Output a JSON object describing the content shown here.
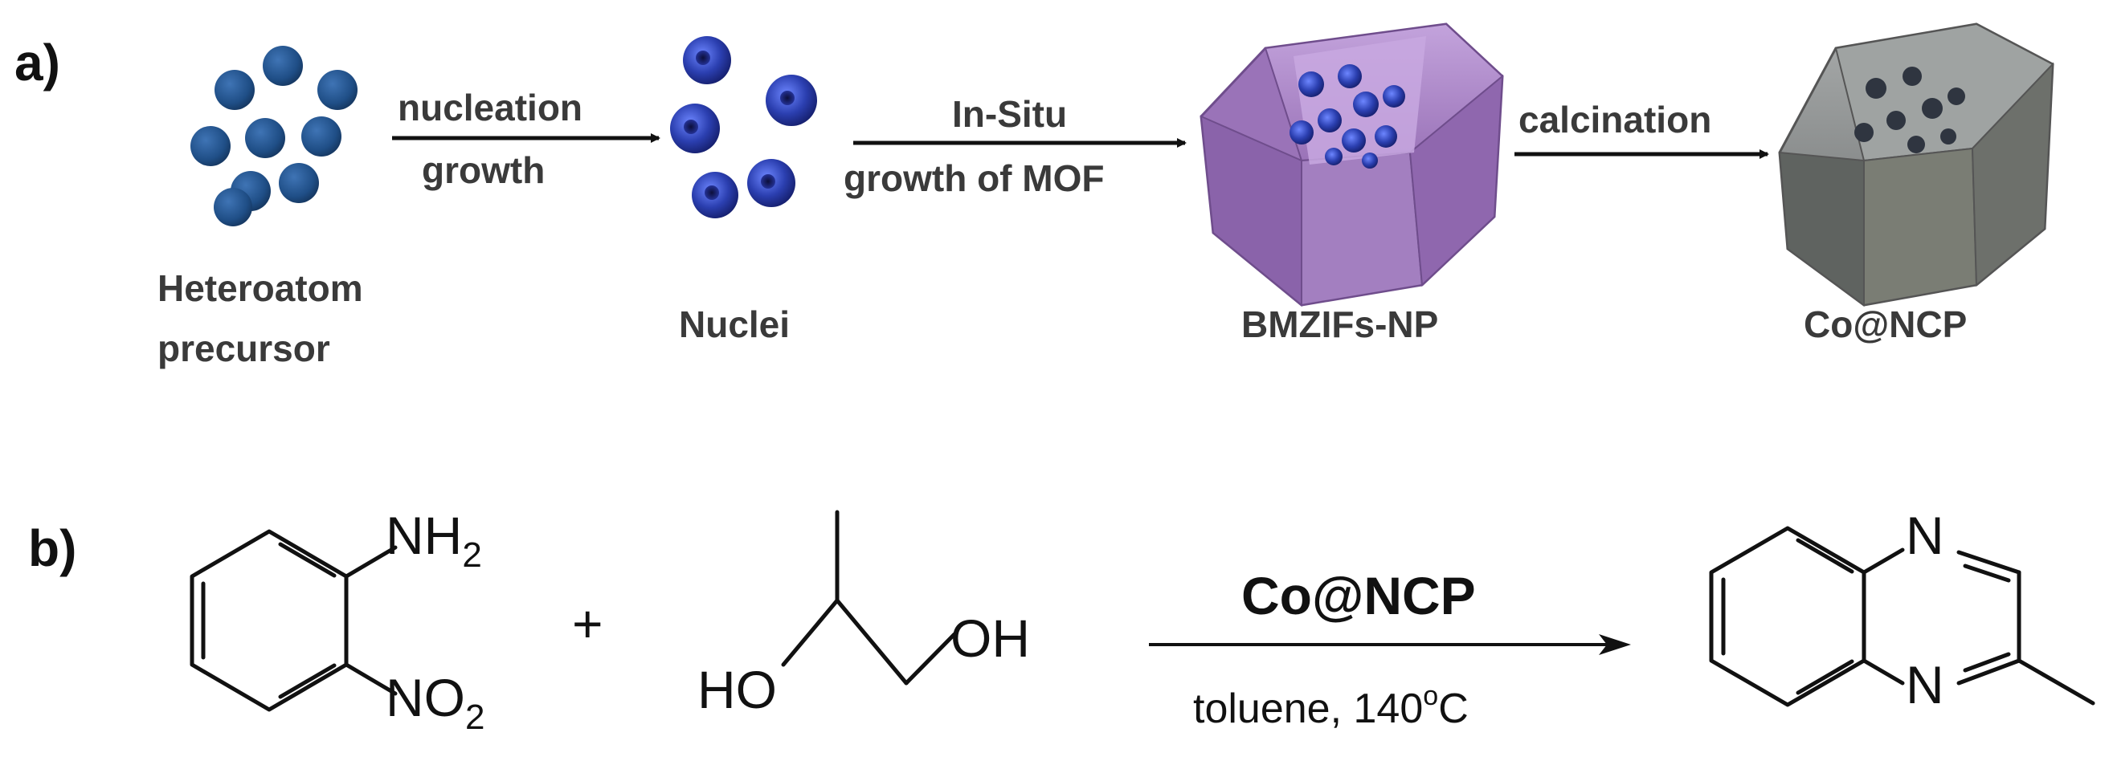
{
  "panel_a": {
    "label": "a)",
    "stages": {
      "precursor": [
        "Heteroatom",
        "precursor"
      ],
      "nuclei": "Nuclei",
      "bmzifs": "BMZIFs-NP",
      "conp": "Co@NCP"
    },
    "arrows": {
      "nucleation": [
        "nucleation",
        "growth"
      ],
      "insitu": [
        "In-Situ",
        "growth of MOF"
      ],
      "calcination": "calcination"
    }
  },
  "panel_b": {
    "label": "b)",
    "reactant1": {
      "nh2": "NH",
      "nh2_sub": "2",
      "no2": "NO",
      "no2_sub": "2"
    },
    "plus": "+",
    "reactant2": {
      "oh": "OH",
      "ho": "HO"
    },
    "catalyst": "Co@NCP",
    "conditions": "toluene, 140",
    "conditions_deg": "o",
    "conditions_unit": "C",
    "product": {
      "n_top": "N",
      "n_bottom": "N"
    }
  },
  "colors": {
    "sphere": "#1f4e86",
    "nuclei": "#2b3fb0",
    "mof": "#9a73b8",
    "calcined": "#7c7f80"
  }
}
